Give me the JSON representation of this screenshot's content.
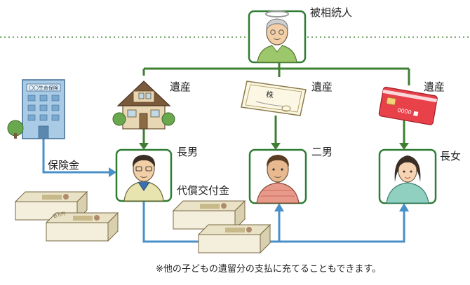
{
  "deceased": {
    "label": "被相続人"
  },
  "inheritance": {
    "label": "遺産"
  },
  "insurance_company": {
    "sign": "〇〇生命保険"
  },
  "insurance_money": {
    "label": "保険金"
  },
  "eldest_son": {
    "label": "長男",
    "payment_label": "代償交付金"
  },
  "second_son": {
    "label": "二男"
  },
  "eldest_daughter": {
    "label": "長女"
  },
  "stock_certificate": {
    "word": "株"
  },
  "bank_card": {
    "digits": "0000 ■"
  },
  "banknote": {
    "label": "壱万円"
  },
  "footnote": {
    "text": "※他の子どもの遺留分の支払に充てることもできます。"
  },
  "colors": {
    "inherit_arrow": "#3f7f34",
    "money_arrow": "#4a90c8",
    "frame": "#2e7d32",
    "dotted": "#4c8f3c"
  }
}
